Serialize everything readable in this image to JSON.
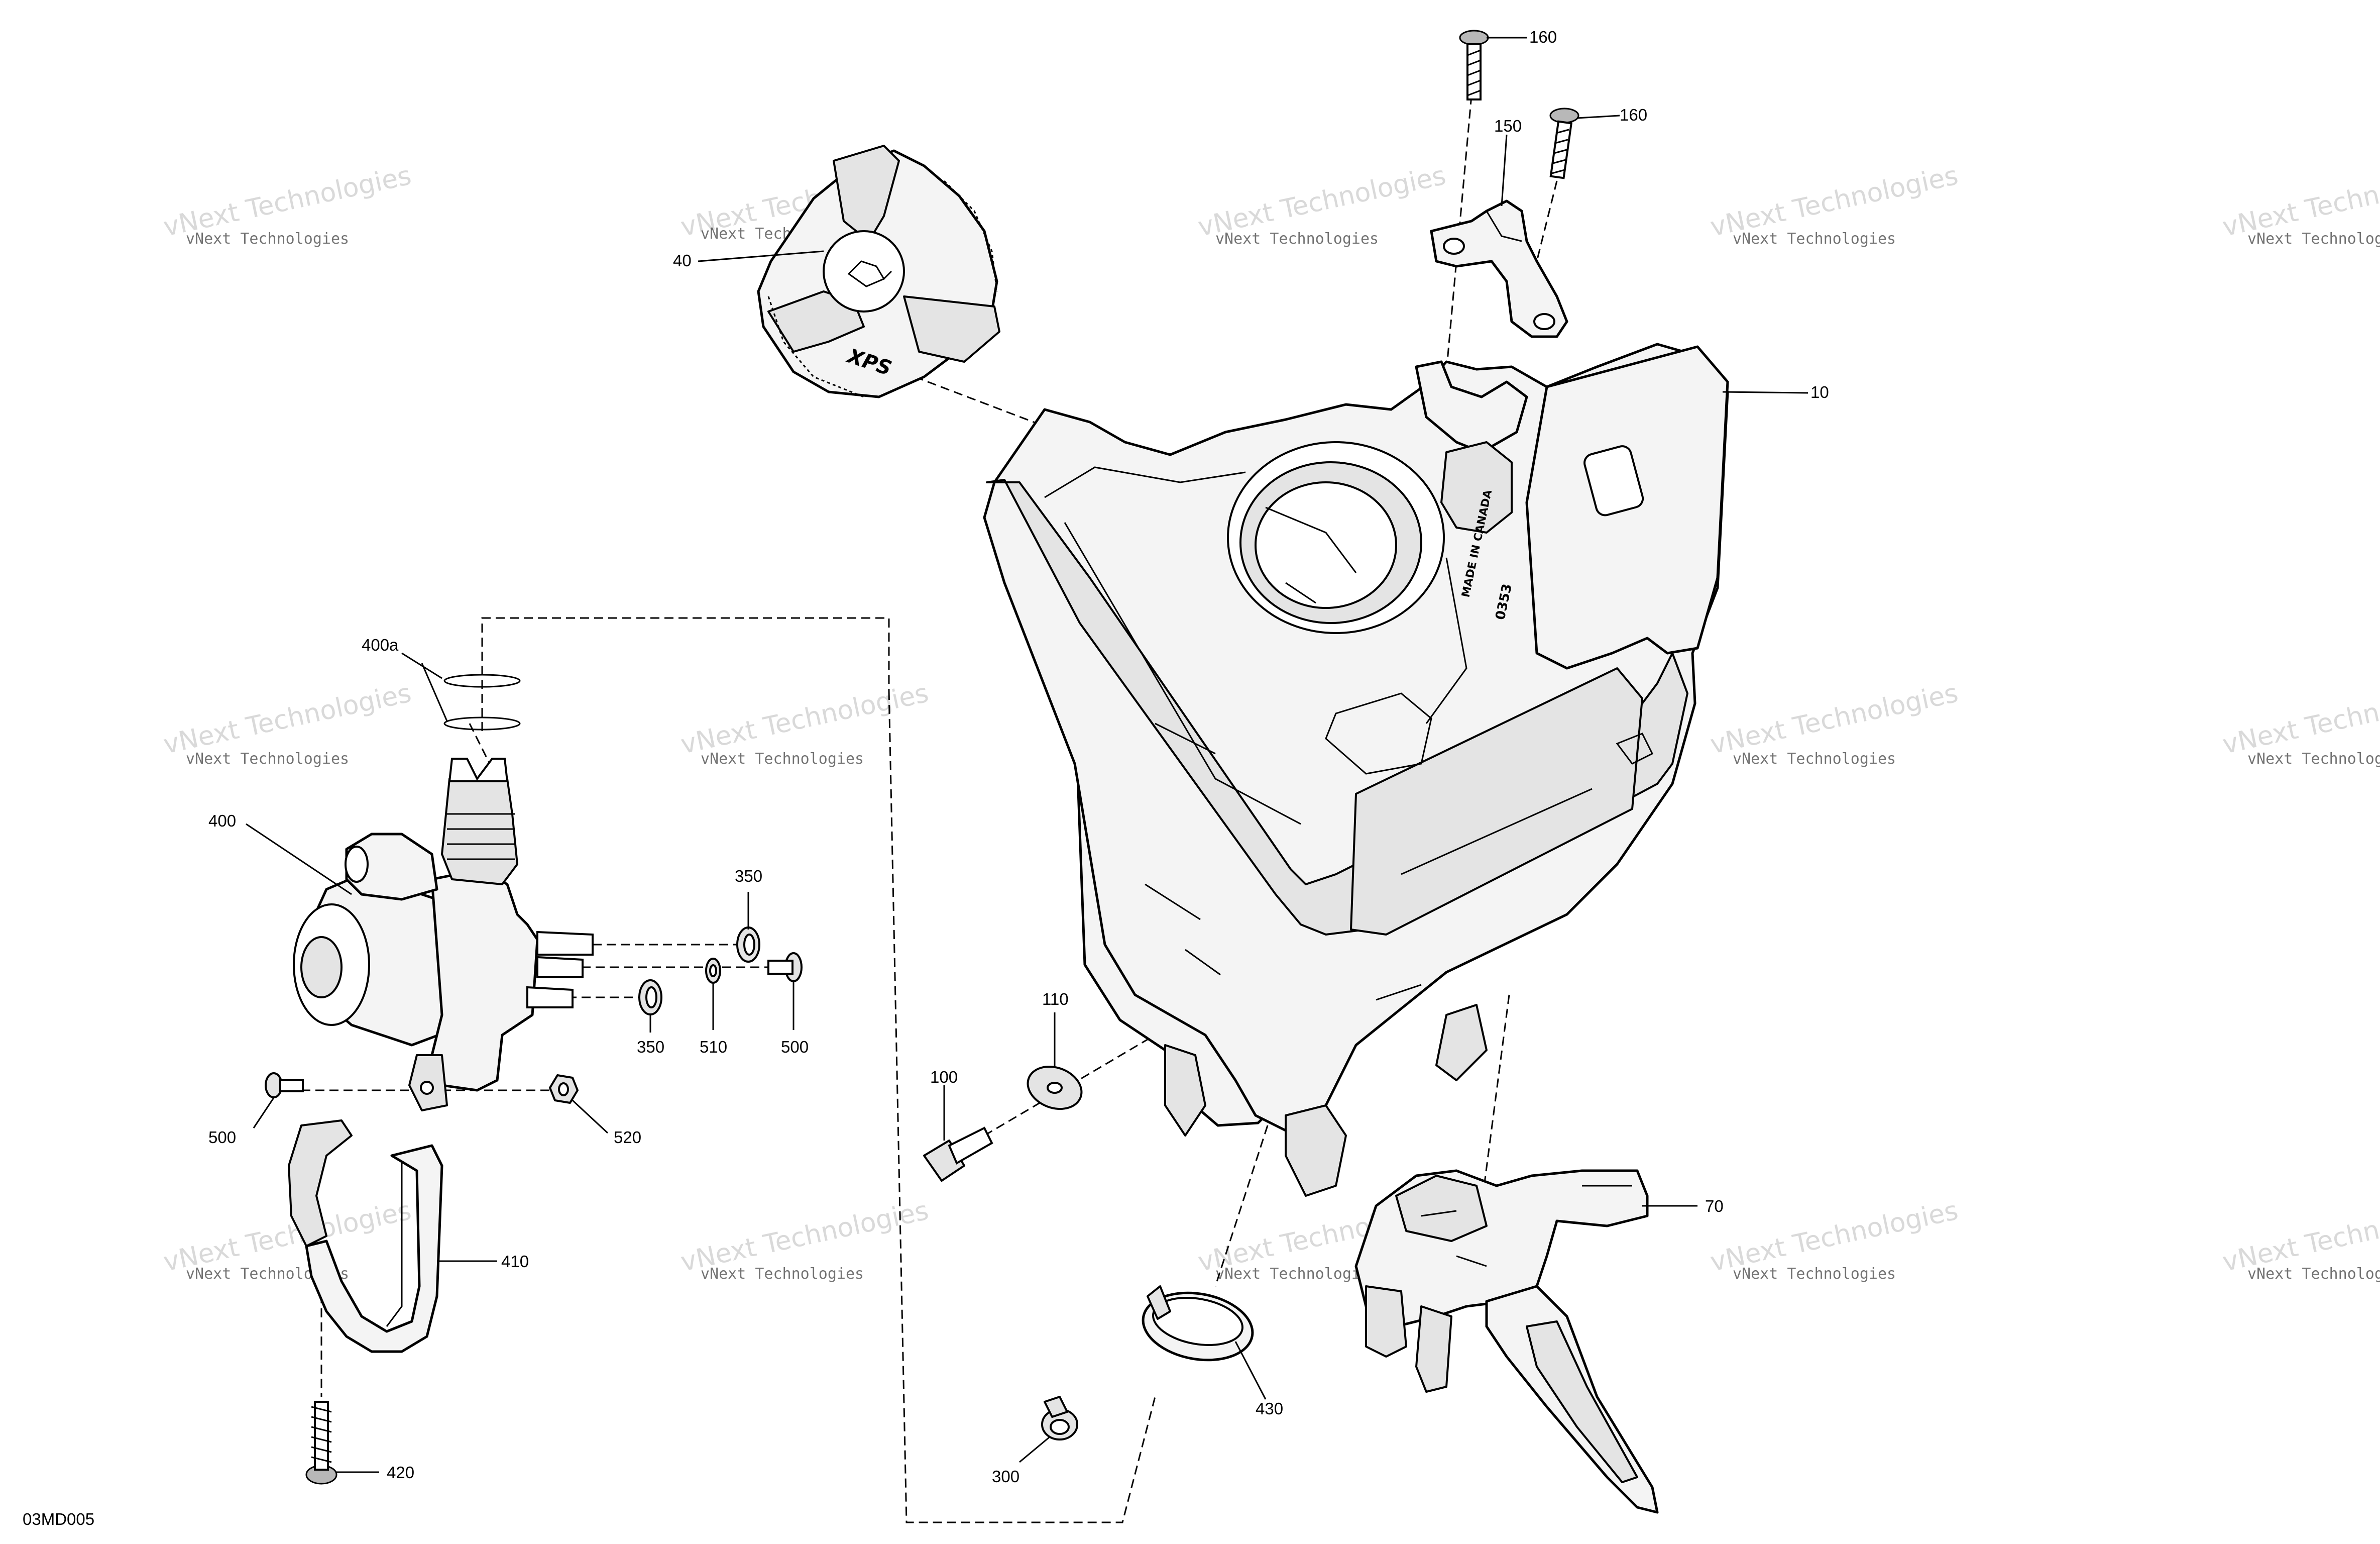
{
  "diagram_code": "03MD005",
  "watermark_text": "vNext Technologies",
  "callouts": {
    "c10": "10",
    "c40": "40",
    "c70": "70",
    "c100": "100",
    "c110": "110",
    "c150": "150",
    "c160a": "160",
    "c160b": "160",
    "c300": "300",
    "c350a": "350",
    "c350b": "350",
    "c400": "400",
    "c400a": "400a",
    "c410": "410",
    "c420": "420",
    "c430": "430",
    "c500a": "500",
    "c500b": "500",
    "c510": "510",
    "c520": "520"
  },
  "part_markings": {
    "cap_logo": "XPS",
    "tank_stamp": "MADE IN CANADA",
    "tank_number": "0353"
  },
  "colors": {
    "line": "#000000",
    "part_fill": "#f4f4f4",
    "shade_fill": "#e4e4e4",
    "watermark": "#bbbbbb"
  }
}
